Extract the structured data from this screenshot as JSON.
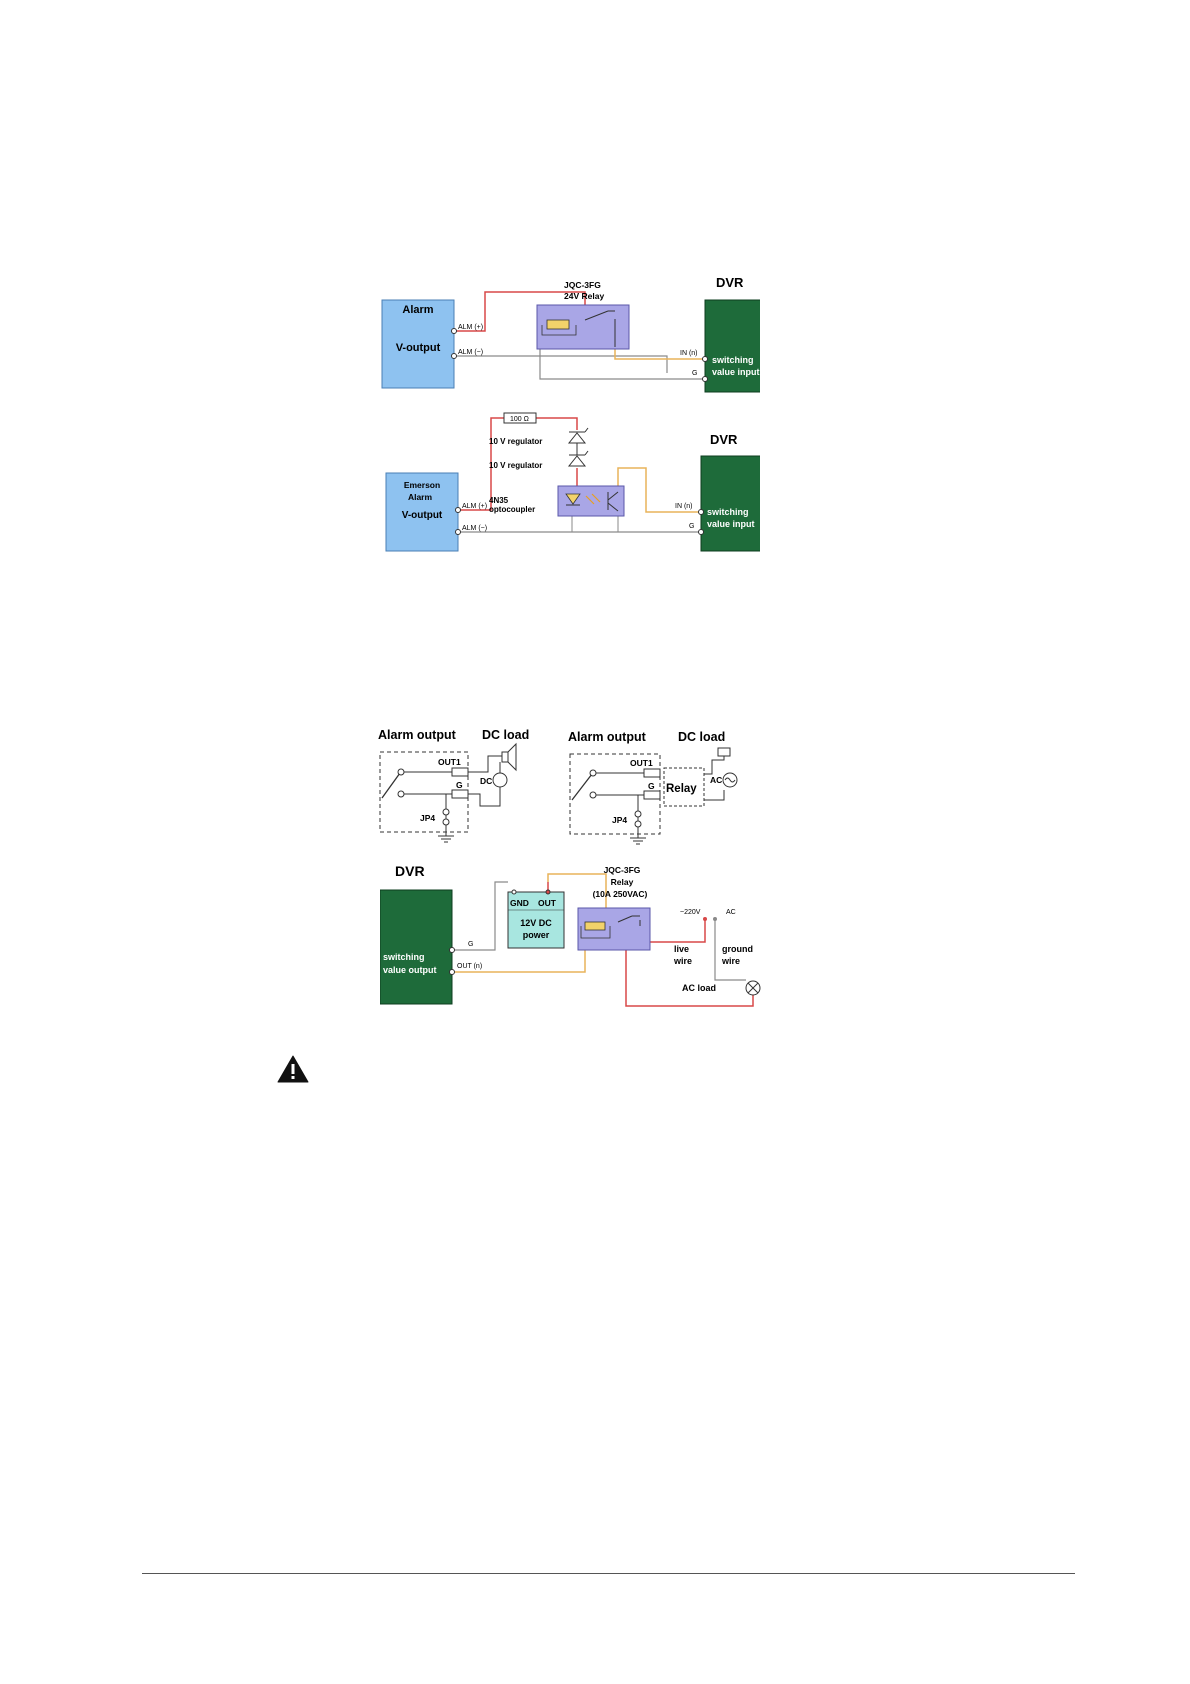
{
  "diagram1": {
    "alarm_box": [
      "Alarm",
      "V-output"
    ],
    "alm_plus": "ALM (+)",
    "alm_minus": "ALM (−)",
    "relay_label": [
      "JQC-3FG",
      "24V Relay"
    ],
    "dvr_title": "DVR",
    "dvr_box": [
      "switching",
      "value input"
    ],
    "in_label": "IN (n)",
    "g_label": "G"
  },
  "diagram2": {
    "alarm_box": [
      "Emerson",
      "Alarm"
    ],
    "voutput": "V-output",
    "alm_plus": "ALM (+)",
    "alm_minus": "ALM (−)",
    "resistor": "100 Ω",
    "regulator1": "10 V regulator",
    "regulator2": "10 V regulator",
    "opto": [
      "4N35",
      "optocoupler"
    ],
    "dvr_title": "DVR",
    "dvr_box": [
      "switching",
      "value input"
    ],
    "in_label": "IN (n)",
    "g_label": "G"
  },
  "diagram3": {
    "left": {
      "alarm_output": "Alarm output",
      "dc_load": "DC load",
      "out1": "OUT1",
      "g": "G",
      "dc": "DC",
      "jp4": "JP4"
    },
    "right": {
      "alarm_output": "Alarm output",
      "dc_load": "DC load",
      "out1": "OUT1",
      "g": "G",
      "relay": "Relay",
      "ac": "AC",
      "jp4": "JP4"
    }
  },
  "diagram4": {
    "dvr_title": "DVR",
    "dvr_box": [
      "switching",
      "value output"
    ],
    "g_label": "G",
    "out_label": "OUT (n)",
    "power_top": [
      "GND",
      "OUT"
    ],
    "power_box": [
      "12V DC",
      "power"
    ],
    "relay_label": [
      "JQC-3FG",
      "Relay",
      "(10A 250VAC)"
    ],
    "v220": "~220V",
    "ac": "AC",
    "live": [
      "live",
      "wire"
    ],
    "ground": [
      "ground",
      "wire"
    ],
    "ac_load": "AC load"
  },
  "colors": {
    "alarm_blue": "#8ec2f0",
    "dvr_green": "#1e6b3a",
    "relay_purple": "#a9a6e6",
    "power_teal": "#a8e6e0",
    "wire_red": "#d84848",
    "wire_orange": "#e9b35a",
    "wire_gray": "#8a8a8a"
  }
}
